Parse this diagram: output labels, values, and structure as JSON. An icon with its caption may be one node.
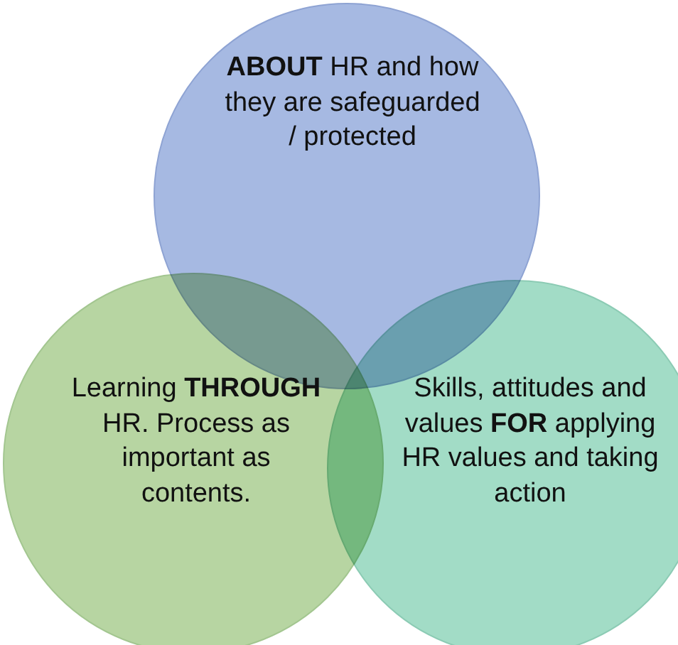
{
  "diagram": {
    "nodes": [
      {
        "text": [
          "**ABOUT** HR and how they are safeguarded / protected"
        ]
      },
      {
        "text": [
          "Learning **THROUGH** HR. Process as important as contents."
        ]
      },
      {
        "text": [
          "Skills, attitudes and values **FOR** applying HR values and taking action"
        ]
      }
    ]
  }
}
